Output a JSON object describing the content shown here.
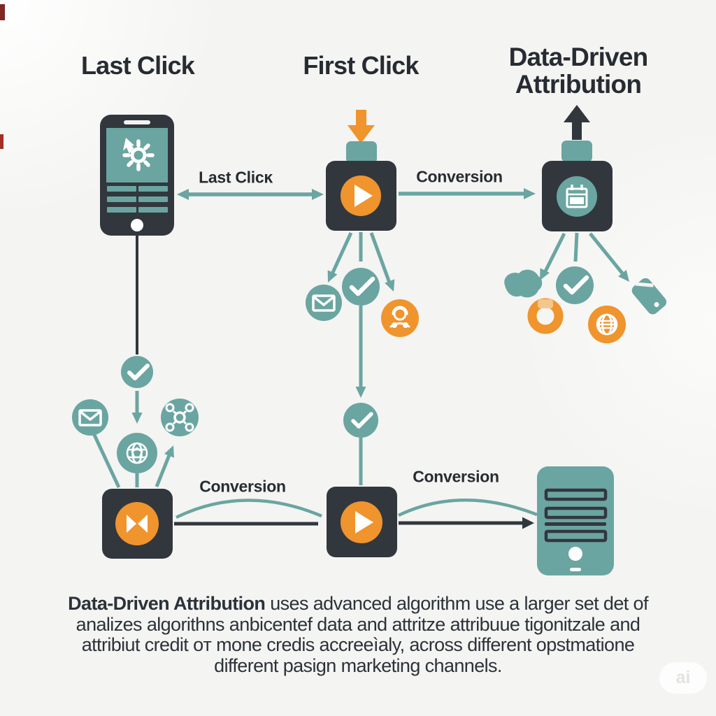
{
  "colors": {
    "background": "#f4f4f2",
    "teal": "#6aa5a1",
    "orange": "#f0942d",
    "dark": "#32373e",
    "text_dark": "#2b3138"
  },
  "headers": {
    "last_click": "Last Click",
    "first_click": "First Click",
    "data_driven": "Data-Driven Attribution"
  },
  "flow_labels": {
    "last_click_arrow": "Last Clicĸ",
    "conversion_top": "Conversion",
    "conversion_bottom_left": "Conversion",
    "conversion_bottom_right": "Conversion"
  },
  "icons": {
    "smartphone": "smartphone with sun/cursor screen",
    "play_box": "dark rounded box with orange play button",
    "calendar_box": "dark rounded box with teal calendar circle",
    "bowtie_box": "dark rounded box with orange bowtie circle",
    "check_circle": "teal circle with white checkmark",
    "email_circle": "teal circle with white envelope",
    "network_circle": "teal circle with white molecule",
    "globe_circle": "circle with white wireframe globe",
    "person_circle": "orange circle with white person outline",
    "teal_blob": "amorphous teal shape",
    "orange_ring": "orange donut ring",
    "tilted_phone": "tilted teal device",
    "server": "teal server tower with dark slots",
    "down_arrow_orange": "thick orange down arrow",
    "up_arrow_dark": "thick dark up arrow"
  },
  "paragraph": {
    "line1_bold": "Data-Driven Attribution",
    "line1_rest": " uses advanced algorithm use a larger set det of",
    "line2": "analizes algorithns anbicentef data and attritze attribuue tigonitzale and",
    "line3": "attribiut credit oт mone credis accreeìaly, across different opstmatione",
    "line4": "different pasign marketing channels."
  },
  "watermark": "ai",
  "diagram": {
    "columns": [
      {
        "title": "Last Click",
        "nodes": [
          "smartphone",
          "check_circle",
          "email_circle",
          "network_circle",
          "globe_circle",
          "bowtie_box"
        ]
      },
      {
        "title": "First Click",
        "nodes": [
          "down_arrow_orange",
          "play_box",
          "email_circle",
          "check_circle",
          "person_circle",
          "check_circle",
          "play_box"
        ]
      },
      {
        "title": "Data-Driven Attribution",
        "nodes": [
          "up_arrow_dark",
          "calendar_box",
          "teal_blob",
          "check_circle",
          "tilted_phone",
          "orange_ring",
          "globe_circle",
          "server"
        ]
      }
    ]
  }
}
